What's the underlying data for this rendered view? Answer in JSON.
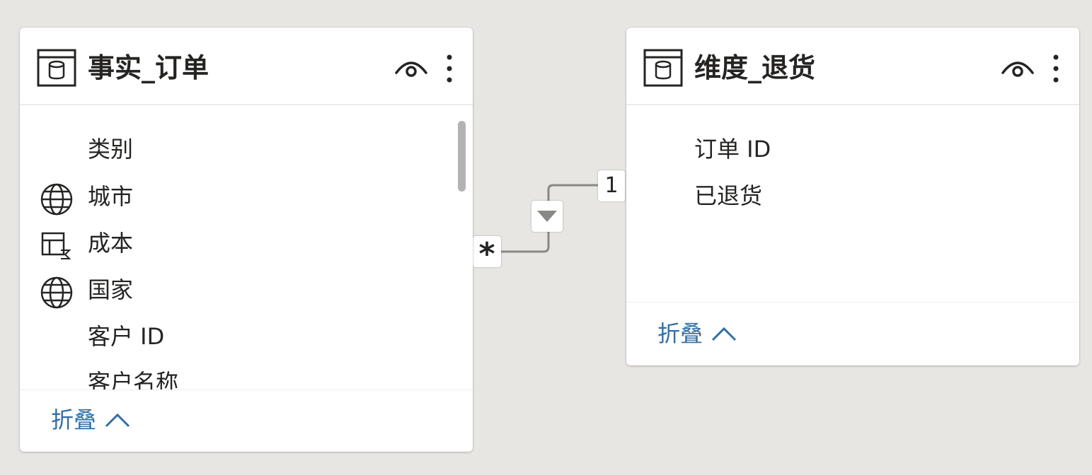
{
  "tables": [
    {
      "title": "事实_订单",
      "fields": [
        {
          "label": "类别",
          "icon": "none"
        },
        {
          "label": "城市",
          "icon": "globe-icon"
        },
        {
          "label": "成本",
          "icon": "sum-icon"
        },
        {
          "label": "国家",
          "icon": "globe-icon"
        },
        {
          "label": "客户 ID",
          "icon": "none"
        },
        {
          "label": "客户名称",
          "icon": "none"
        }
      ],
      "collapse_label": "折叠"
    },
    {
      "title": "维度_退货",
      "fields": [
        {
          "label": "订单 ID",
          "icon": "none"
        },
        {
          "label": "已退货",
          "icon": "none"
        }
      ],
      "collapse_label": "折叠"
    }
  ],
  "relationship": {
    "from_cardinality": "*",
    "to_cardinality": "1",
    "filter_direction_icon": "triangle-down-icon"
  },
  "colors": {
    "canvas": "#e8e6e3",
    "card": "#ffffff",
    "link": "#2f6fa7",
    "line": "#8a8886"
  }
}
